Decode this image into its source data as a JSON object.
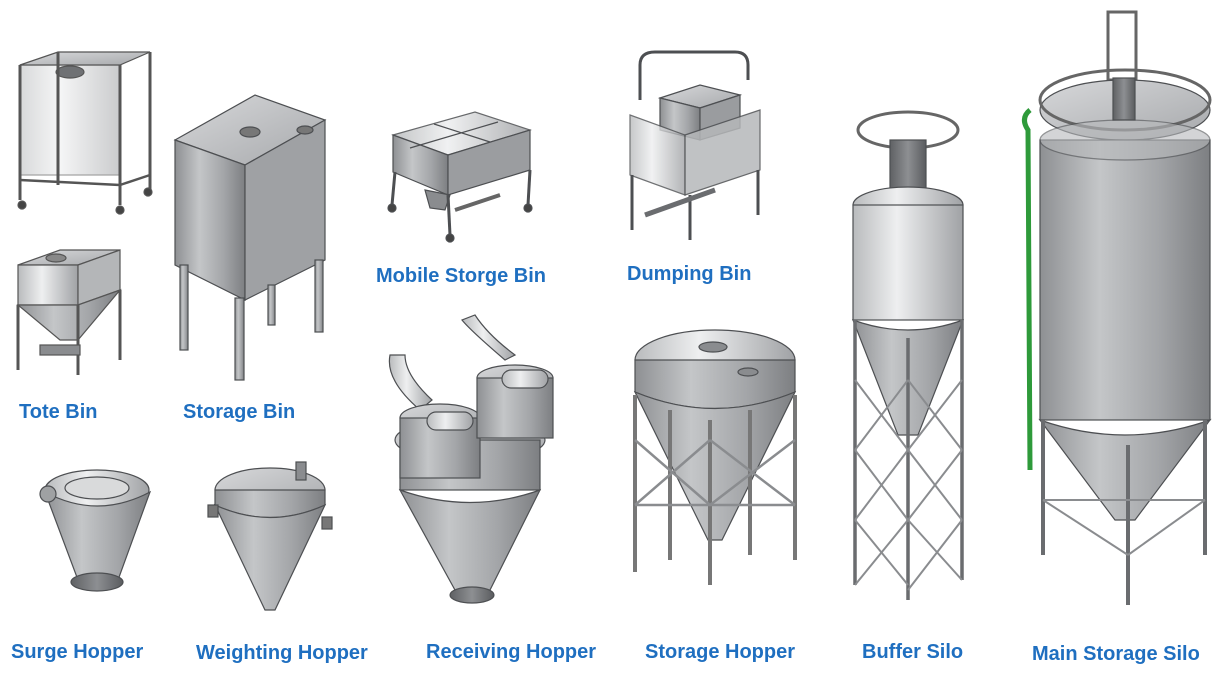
{
  "label_color": "#1f6fc0",
  "metal_color": "#a9abad",
  "items": {
    "tote_bin": "Tote Bin",
    "storage_bin": "Storage Bin",
    "mobile_storage_bin": "Mobile Storge Bin",
    "dumping_bin": "Dumping Bin",
    "surge_hopper": "Surge Hopper",
    "weighting_hopper": "Weighting Hopper",
    "receiving_hopper": "Receiving Hopper",
    "storage_hopper": "Storage Hopper",
    "buffer_silo": "Buffer Silo",
    "main_storage_silo": "Main Storage Silo"
  }
}
